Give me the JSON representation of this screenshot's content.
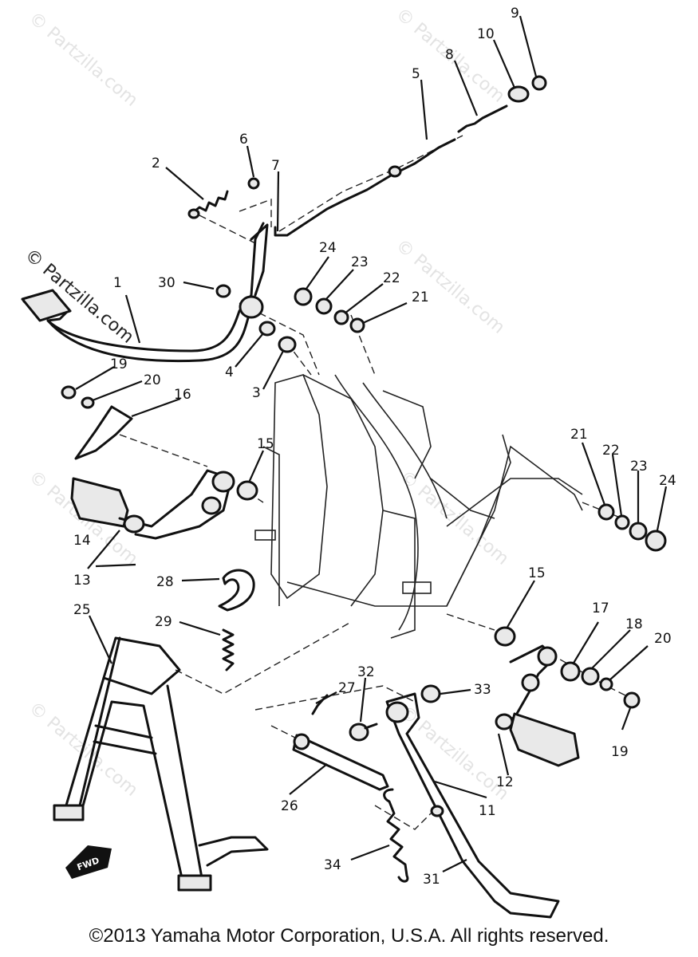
{
  "watermark": "© Partzilla.com",
  "copyright": "©2013 Yamaha Motor Corporation, U.S.A. All rights reserved.",
  "fwd_label": "FWD",
  "callouts": [
    "1",
    "2",
    "3",
    "4",
    "5",
    "6",
    "7",
    "8",
    "9",
    "10",
    "11",
    "12",
    "13",
    "14",
    "15",
    "15",
    "16",
    "17",
    "18",
    "19",
    "19",
    "20",
    "20",
    "21",
    "21",
    "22",
    "22",
    "23",
    "23",
    "24",
    "24",
    "25",
    "26",
    "27",
    "28",
    "29",
    "30",
    "31",
    "32",
    "33",
    "34"
  ]
}
